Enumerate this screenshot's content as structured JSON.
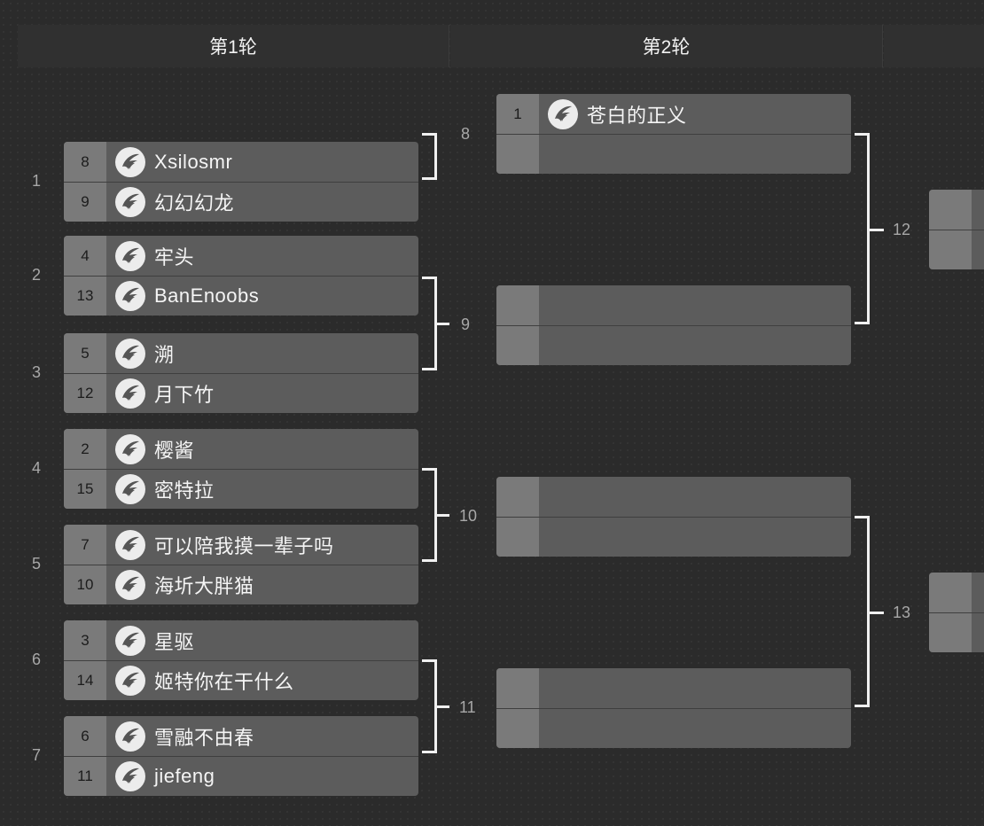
{
  "rounds": [
    "第1轮",
    "第2轮"
  ],
  "round1": [
    {
      "label": "1",
      "players": [
        {
          "seed": "8",
          "name": "Xsilosmr"
        },
        {
          "seed": "9",
          "name": "幻幻幻龙"
        }
      ]
    },
    {
      "label": "2",
      "players": [
        {
          "seed": "4",
          "name": "牢头"
        },
        {
          "seed": "13",
          "name": "BanEnoobs"
        }
      ]
    },
    {
      "label": "3",
      "players": [
        {
          "seed": "5",
          "name": "溯"
        },
        {
          "seed": "12",
          "name": "月下竹"
        }
      ]
    },
    {
      "label": "4",
      "players": [
        {
          "seed": "2",
          "name": "樱酱"
        },
        {
          "seed": "15",
          "name": "密特拉"
        }
      ]
    },
    {
      "label": "5",
      "players": [
        {
          "seed": "7",
          "name": "可以陪我摸一辈子吗"
        },
        {
          "seed": "10",
          "name": "海圻大胖猫"
        }
      ]
    },
    {
      "label": "6",
      "players": [
        {
          "seed": "3",
          "name": "星驱"
        },
        {
          "seed": "14",
          "name": "姬特你在干什么"
        }
      ]
    },
    {
      "label": "7",
      "players": [
        {
          "seed": "6",
          "name": "雪融不由春"
        },
        {
          "seed": "11",
          "name": "jiefeng"
        }
      ]
    }
  ],
  "round2": [
    {
      "label": "8",
      "players": [
        {
          "seed": "1",
          "name": "苍白的正义"
        },
        {
          "seed": "",
          "name": ""
        }
      ]
    },
    {
      "label": "9",
      "players": [
        {
          "seed": "",
          "name": ""
        },
        {
          "seed": "",
          "name": ""
        }
      ]
    },
    {
      "label": "10",
      "players": [
        {
          "seed": "",
          "name": ""
        },
        {
          "seed": "",
          "name": ""
        }
      ]
    },
    {
      "label": "11",
      "players": [
        {
          "seed": "",
          "name": ""
        },
        {
          "seed": "",
          "name": ""
        }
      ]
    }
  ],
  "round3": [
    {
      "label": "12"
    },
    {
      "label": "13"
    }
  ],
  "icons": {
    "team_logo": "wing-logo-icon"
  }
}
